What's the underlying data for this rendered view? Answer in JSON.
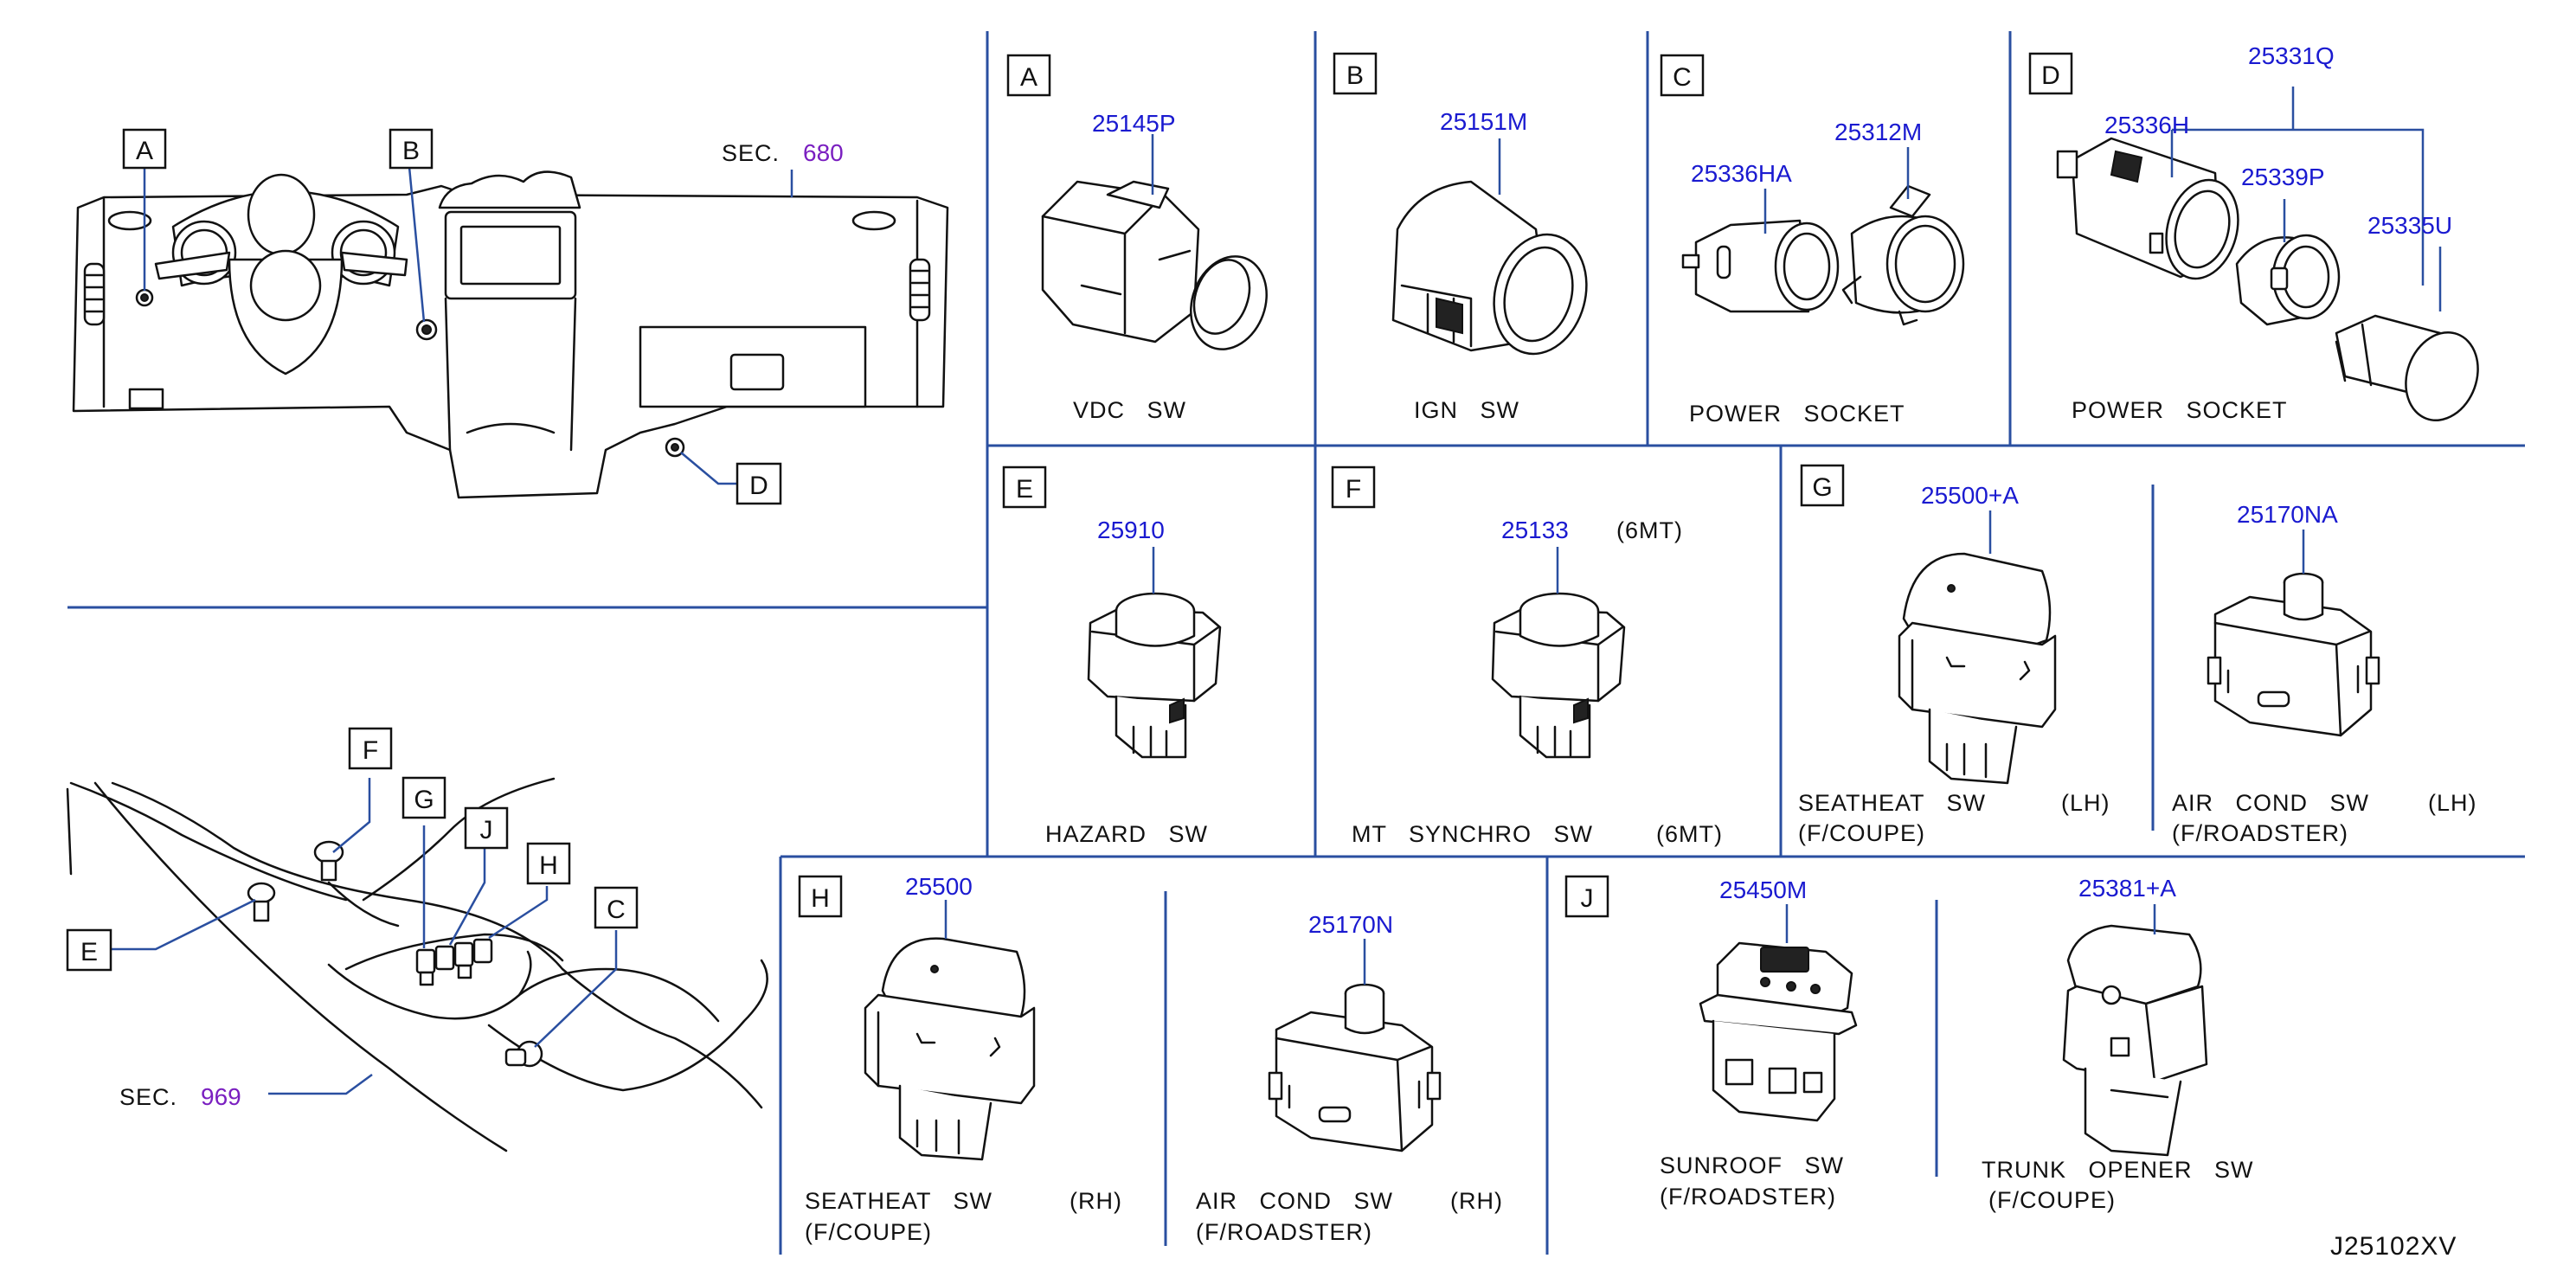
{
  "diagram_code": "J25102XV",
  "overview": {
    "dash_refs": [
      "A",
      "B",
      "D"
    ],
    "console_refs": [
      "F",
      "G",
      "J",
      "H",
      "C",
      "E"
    ],
    "sec_dash_prefix": "SEC.",
    "sec_dash_number": "680",
    "sec_console_prefix": "SEC.",
    "sec_console_number": "969"
  },
  "panels": [
    {
      "ref": "A",
      "part_numbers": [
        "25145P"
      ],
      "label_line1": "VDC   SW",
      "label_line2": ""
    },
    {
      "ref": "B",
      "part_numbers": [
        "25151M"
      ],
      "label_line1": "IGN   SW",
      "label_line2": ""
    },
    {
      "ref": "C",
      "part_numbers": [
        "25336HA",
        "25312M"
      ],
      "label_line1": "POWER   SOCKET",
      "label_line2": ""
    },
    {
      "ref": "D",
      "part_numbers": [
        "25331Q",
        "25336H",
        "25339P",
        "25335U"
      ],
      "label_line1": "POWER   SOCKET",
      "label_line2": ""
    },
    {
      "ref": "E",
      "part_numbers": [
        "25910"
      ],
      "label_line1": "HAZARD   SW",
      "label_line2": ""
    },
    {
      "ref": "F",
      "part_numbers": [
        "25133"
      ],
      "note": "(6MT)",
      "label_line1": "MT   SYNCHRO   SW",
      "label_note": "(6MT)",
      "label_line2": ""
    },
    {
      "ref": "G",
      "items": [
        {
          "part_number": "25500+A",
          "label_line1": "SEATHEAT   SW",
          "side": "(LH)",
          "label_line2": "(F/COUPE)"
        },
        {
          "part_number": "25170NA",
          "label_line1": "AIR   COND   SW",
          "side": "(LH)",
          "label_line2": "(F/ROADSTER)"
        }
      ]
    },
    {
      "ref": "H",
      "items": [
        {
          "part_number": "25500",
          "label_line1": "SEATHEAT   SW",
          "side": "(RH)",
          "label_line2": "(F/COUPE)"
        },
        {
          "part_number": "25170N",
          "label_line1": "AIR   COND   SW",
          "side": "(RH)",
          "label_line2": "(F/ROADSTER)"
        }
      ]
    },
    {
      "ref": "J",
      "items": [
        {
          "part_number": "25450M",
          "label_line1": "SUNROOF   SW",
          "label_line2": "(F/ROADSTER)"
        },
        {
          "part_number": "25381+A",
          "label_line1": "TRUNK   OPENER   SW",
          "label_line2": "(F/COUPE)"
        }
      ]
    }
  ],
  "colors": {
    "divider": "#2a4fa0",
    "part_number": "#1a1ad0",
    "section_number": "#7a1fc0"
  }
}
